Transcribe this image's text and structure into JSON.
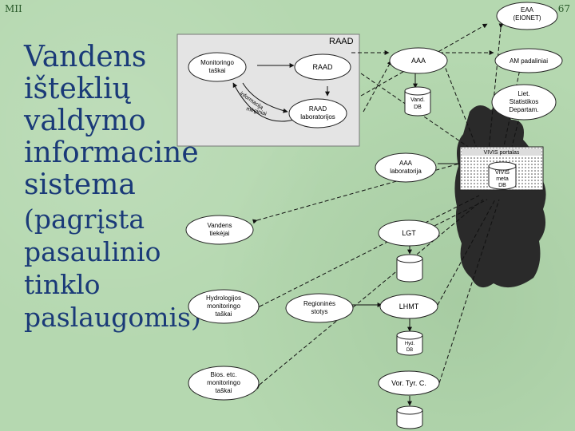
{
  "slide": {
    "corner_left": "MII",
    "corner_right": "67",
    "title_lines": [
      "Vandens",
      "išteklių",
      "valdymo",
      "informacinė",
      "sistema"
    ],
    "subtitle_lines": [
      "(pagrįsta",
      "pasaulinio",
      "tinklo",
      "paslaugomis)"
    ]
  },
  "diagram": {
    "raad_panel_label": "RAAD",
    "nodes": {
      "monitoringo_taskai": [
        "Monitoringo",
        "taškai"
      ],
      "raad": [
        "RAAD"
      ],
      "raad_lab": [
        "RAAD",
        "laboratorijos"
      ],
      "aaa": [
        "AAA"
      ],
      "aaa_lab": [
        "AAA",
        "laboratorija"
      ],
      "eaa": [
        "EAA",
        "(EIONET)"
      ],
      "am_padaliniai": [
        "AM padaliniai"
      ],
      "stat_dep": [
        "Liet.",
        "Statistikos",
        "Departam."
      ],
      "vandens_tiekejai": [
        "Vandens",
        "tiekėjai"
      ],
      "lgt": [
        "LGT"
      ],
      "hidro": [
        "Hydrologijos",
        "monitoringo",
        "taškai"
      ],
      "regionines": [
        "Regioninės",
        "stotys"
      ],
      "lhmt": [
        "LHMT"
      ],
      "bios": [
        "Bios. etc.",
        "monitoringo",
        "taškai"
      ],
      "vor": [
        "Vor. Tyr. C."
      ]
    },
    "dbs": {
      "vand_db": [
        "Vand.",
        "DB"
      ],
      "lgt_db": [
        ""
      ],
      "lhmt_db": [
        "Hyd.",
        "DB"
      ],
      "vor_db": [
        ""
      ],
      "vivis_db": [
        "VIVIS",
        "meta",
        "DB"
      ]
    },
    "portal_label": "VIVIS portalas",
    "edge_labels": [
      "informacija",
      "mėginiai"
    ]
  }
}
